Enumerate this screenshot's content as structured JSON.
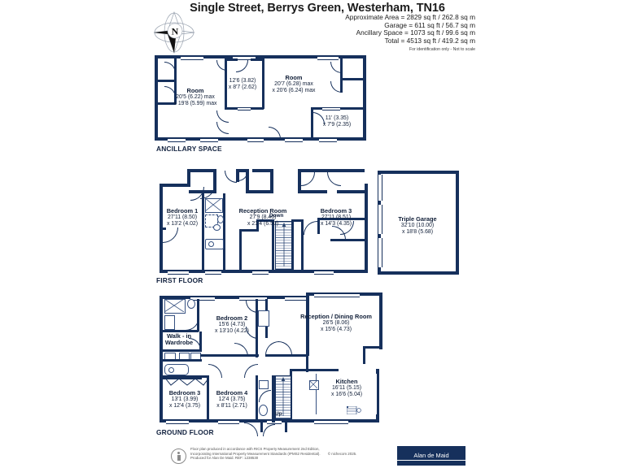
{
  "header": {
    "title": "Single Street, Berrys Green, Westerham, TN16",
    "approx_area": "Approximate Area = 2829 sq ft / 262.8 sq m",
    "garage": "Garage = 611 sq ft / 56.7 sq m",
    "ancillary": "Ancillary Space = 1073 sq ft / 99.6 sq m",
    "total": "Total = 4513 sq ft / 419.2 sq m",
    "disclaimer": "For identification only - Not to scale",
    "compass_letter": "N"
  },
  "floors": {
    "ancillary": {
      "name": "ANCILLARY SPACE",
      "rooms": [
        {
          "name": "Room",
          "dim1": "20'5 (6.22) max",
          "dim2": "x 19'8 (5.99) max"
        },
        {
          "name": "",
          "dim1": "12'6 (3.82)",
          "dim2": "x 8'7 (2.62)"
        },
        {
          "name": "Room",
          "dim1": "20'7 (6.28) max",
          "dim2": "x 20'6 (6.24) max"
        },
        {
          "name": "",
          "dim1": "11' (3.35)",
          "dim2": "x 7'9 (2.35)"
        }
      ]
    },
    "first": {
      "name": "FIRST FLOOR",
      "rooms": [
        {
          "name": "Bedroom 1",
          "dim1": "27'11 (8.50)",
          "dim2": "x 13'2 (4.02)"
        },
        {
          "name": "Reception Room",
          "dim1": "27'9 (8.46)",
          "dim2": "x 21'4 (6.50)"
        },
        {
          "name": "Bedroom 3",
          "dim1": "27'11 (8.51)",
          "dim2": "x 14'3 (4.35)"
        }
      ],
      "stair_label": "Down"
    },
    "garage": {
      "rooms": [
        {
          "name": "Triple Garage",
          "dim1": "32'10 (10.00)",
          "dim2": "x 18'8 (5.68)"
        }
      ]
    },
    "ground": {
      "name": "GROUND FLOOR",
      "rooms": [
        {
          "name": "Bedroom 2",
          "dim1": "15'6 (4.73)",
          "dim2": "x 13'10 (4.22)"
        },
        {
          "name": "Walk - in",
          "dim1": "Wardrobe",
          "dim2": ""
        },
        {
          "name": "Reception / Dining Room",
          "dim1": "26'5 (8.06)",
          "dim2": "x 15'6 (4.73)"
        },
        {
          "name": "Bedroom 3",
          "dim1": "13'1 (3.99)",
          "dim2": "x 12'4 (3.75)"
        },
        {
          "name": "Bedroom 4",
          "dim1": "12'4 (3.75)",
          "dim2": "x 8'11 (2.71)"
        },
        {
          "name": "Kitchen",
          "dim1": "16'11 (5.15)",
          "dim2": "x 16'6 (5.04)"
        }
      ],
      "stair_label": "Up"
    }
  },
  "footer": {
    "line1": "Floor plan produced in accordance with RICS Property Measurement 2nd Edition,",
    "line2": "Incorporating International Property Measurement Standards (IPMS2 Residential).",
    "copyright": "© nichecom 2025.",
    "line3": "Produced for Alan De Maid.   REF: 1238530",
    "logo_text": "Alan de Maid"
  },
  "colors": {
    "wall": "#16305c",
    "text": "#12223f",
    "fixture_stroke": "#355080"
  }
}
